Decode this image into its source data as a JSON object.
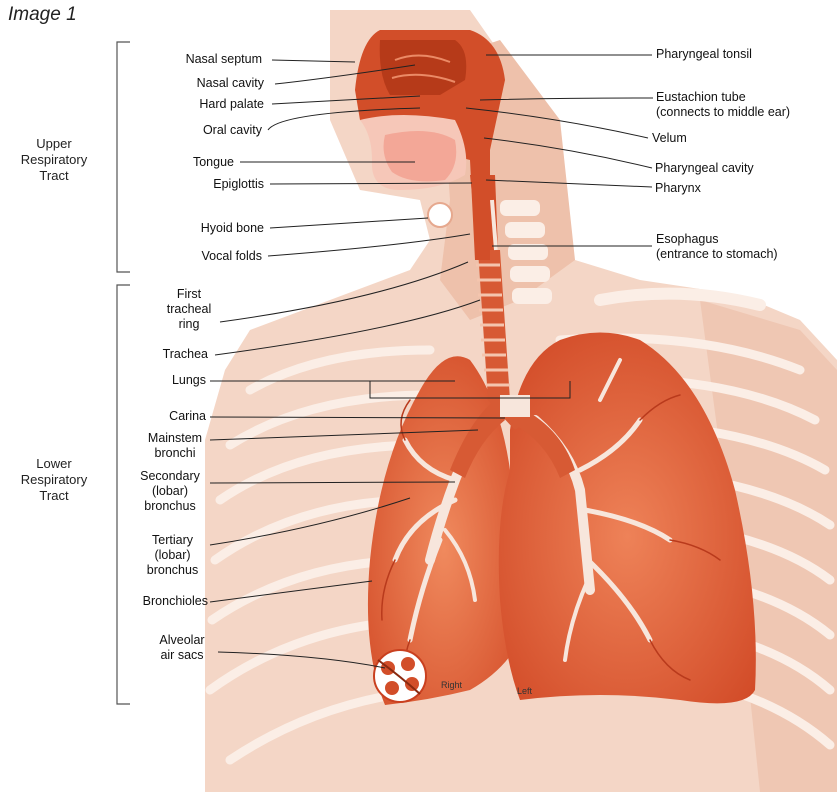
{
  "title": "Image 1",
  "groups": {
    "upper": "Upper\nRespiratory\nTract",
    "lower": "Lower\nRespiratory\nTract"
  },
  "labels_left": {
    "nasal_septum": "Nasal septum",
    "nasal_cavity": "Nasal cavity",
    "hard_palate": "Hard palate",
    "oral_cavity": "Oral cavity",
    "tongue": "Tongue",
    "epiglottis": "Epiglottis",
    "hyoid_bone": "Hyoid bone",
    "vocal_folds": "Vocal folds",
    "first_tracheal_ring": "First\ntracheal\nring",
    "trachea": "Trachea",
    "lungs": "Lungs",
    "carina": "Carina",
    "mainstem_bronchi": "Mainstem\nbronchi",
    "secondary_bronchus": "Secondary\n(lobar)\nbronchus",
    "tertiary_bronchus": "Tertiary\n(lobar)\nbronchus",
    "bronchioles": "Bronchioles",
    "alveolar_sacs": "Alveolar\nair sacs"
  },
  "labels_right": {
    "pharyngeal_tonsil": "Pharyngeal tonsil",
    "eustachian_tube": "Eustachion tube\n(connects to middle ear)",
    "velum": "Velum",
    "pharyngeal_cavity": "Pharyngeal cavity",
    "pharynx": "Pharynx",
    "esophagus": "Esophagus\n(entrance to stomach)"
  },
  "lung_sides": {
    "right": "Right",
    "left": "Left"
  },
  "colors": {
    "skin_light": "#f6ddd0",
    "skin_mid": "#eab79f",
    "skin_dark": "#d89a80",
    "lung": "#e2613a",
    "lung_dark": "#c9401f",
    "airway": "#d4532e",
    "bronchi_pale": "#f7e6dc",
    "line": "#222222"
  }
}
